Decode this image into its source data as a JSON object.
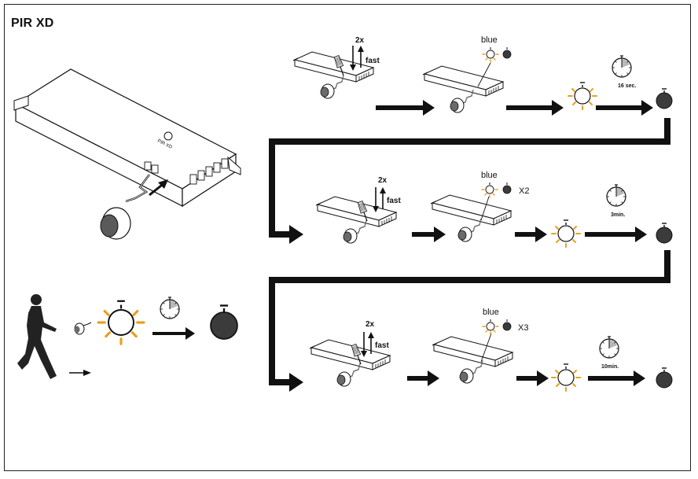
{
  "title": "PIR XD",
  "colors": {
    "line": "#111111",
    "light_rays": "#e8a020",
    "lamp_off": "#3b3b3b",
    "timer_fill": "#b8b8b8"
  },
  "device_label": "PIR XD",
  "rows": [
    {
      "press_count": "2x",
      "press_speed": "fast",
      "led_color": "blue",
      "led_blinks": "",
      "timer": "16 sec."
    },
    {
      "press_count": "2x",
      "press_speed": "fast",
      "led_color": "blue",
      "led_blinks": "X2",
      "timer": "3min."
    },
    {
      "press_count": "2x",
      "press_speed": "fast",
      "led_color": "blue",
      "led_blinks": "X3",
      "timer": "10min."
    }
  ],
  "icons": [
    "person-walking-icon",
    "pir-sensor-icon",
    "lamp-on-icon",
    "lamp-off-icon",
    "timer-icon",
    "screwdriver-icon",
    "arrow-icon"
  ]
}
